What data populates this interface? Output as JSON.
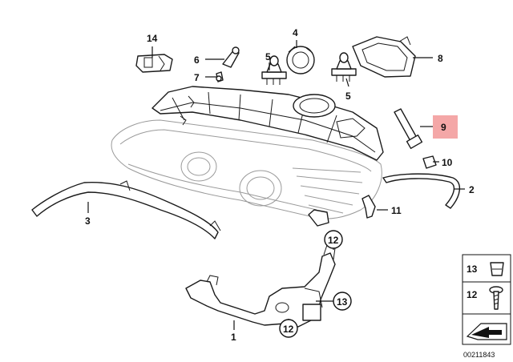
{
  "callouts": {
    "p1": "1",
    "p2": "2",
    "p3": "3",
    "p4": "4",
    "p5a": "5",
    "p5b": "5",
    "p6": "6",
    "p7": "7",
    "p8": "8",
    "p9": "9",
    "p10": "10",
    "p11": "11",
    "p12a": "12",
    "p12b": "12",
    "p13": "13",
    "p14": "14"
  },
  "legend": {
    "item_a": "13",
    "item_b": "12"
  },
  "diagram_number": "00211843",
  "colors": {
    "highlight": "#f4a7a7",
    "line": "#1a1a1a",
    "ghost": "#9a9a9a"
  }
}
